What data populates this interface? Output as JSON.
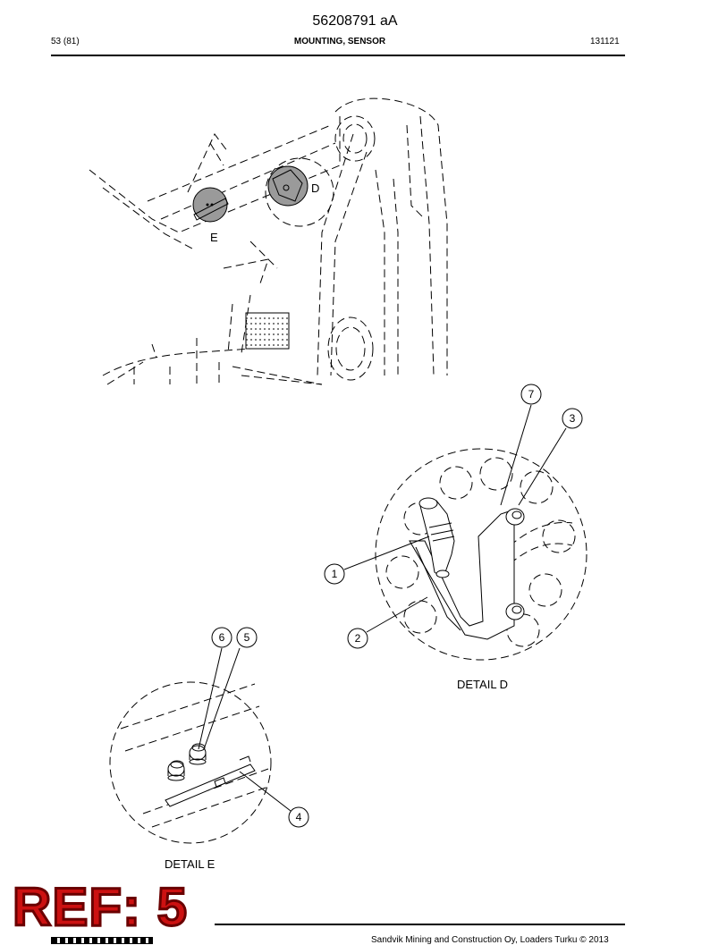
{
  "header": {
    "doc_number": "56208791 aA",
    "page_count": "53 (81)",
    "section_title": "MOUNTING, SENSOR",
    "date_code": "131121"
  },
  "overview": {
    "detail_d_marker": "D",
    "detail_e_marker": "E"
  },
  "detail_d": {
    "caption": "DETAIL D",
    "callouts": [
      "7",
      "3",
      "1",
      "2"
    ]
  },
  "detail_e": {
    "caption": "DETAIL E",
    "callouts": [
      "6",
      "5",
      "4"
    ]
  },
  "stamp": {
    "text": "REF: 5",
    "color": "#cc1111"
  },
  "footer": {
    "copyright": "Sandvik Mining and Construction Oy, Loaders Turku © 2013"
  }
}
